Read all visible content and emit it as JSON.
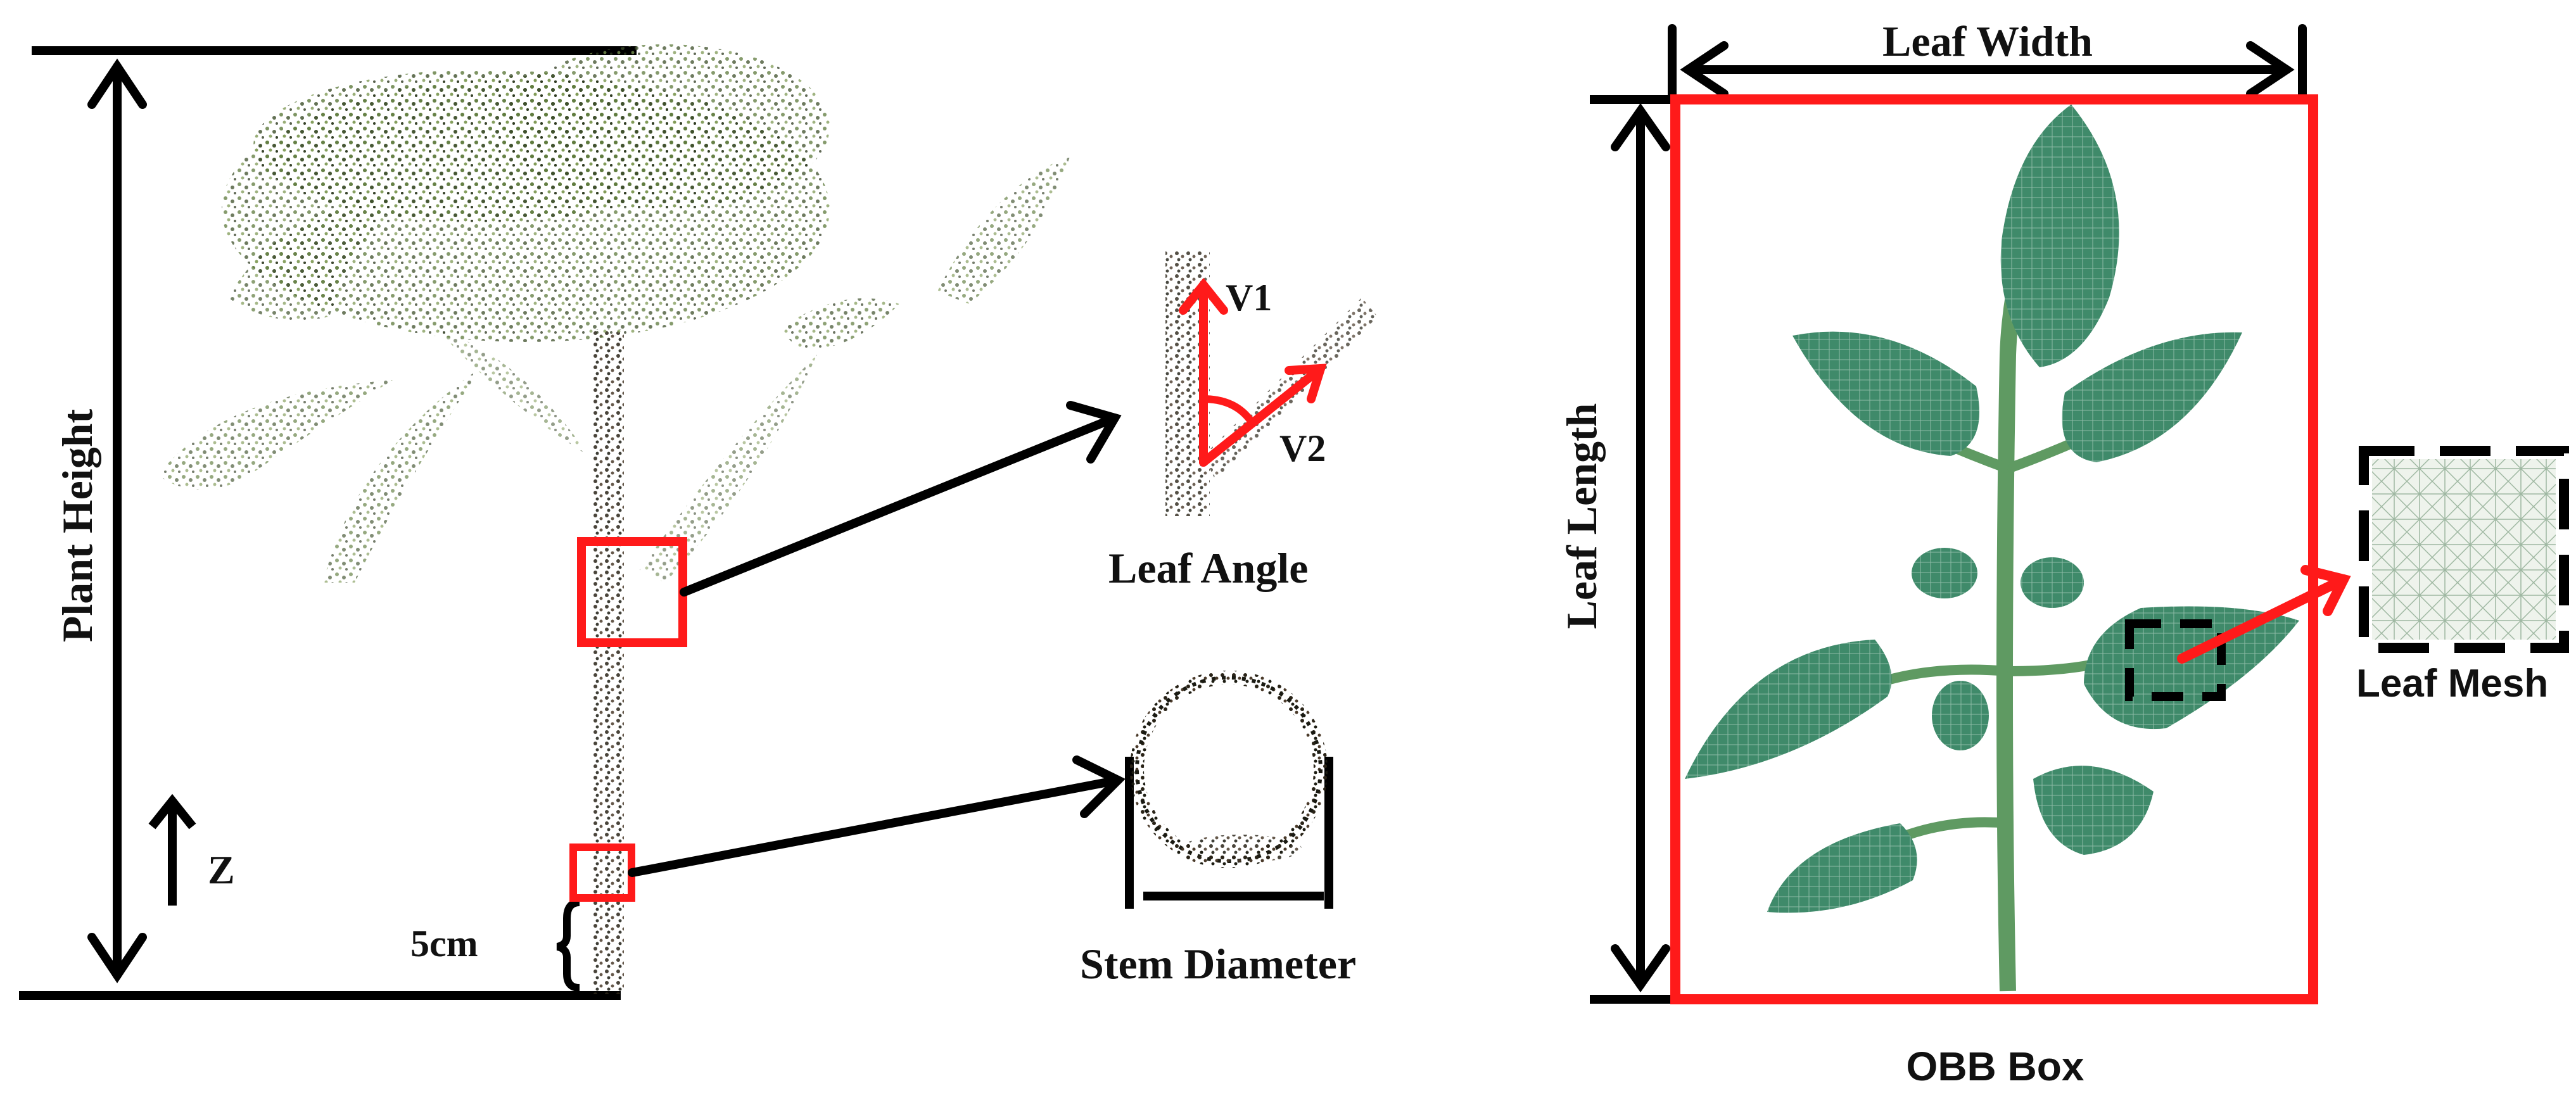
{
  "left_panel": {
    "plant_height_label": "Plant Height",
    "z_axis_label": "Z",
    "scale_label": "5cm",
    "leaf_angle_label": "Leaf Angle",
    "vector1_label": "V1",
    "vector2_label": "V2",
    "stem_diameter_label": "Stem Diameter"
  },
  "right_panel": {
    "leaf_width_label": "Leaf Width",
    "leaf_length_label": "Leaf Length",
    "leaf_mesh_label": "Leaf Mesh",
    "obb_box_label": "OBB Box"
  },
  "colors": {
    "highlight": "#ff1a1a",
    "leaf_green": "#3f8f6e",
    "point_cloud_green": "#6f8f4a",
    "stem_dark": "#2a2a1a"
  }
}
